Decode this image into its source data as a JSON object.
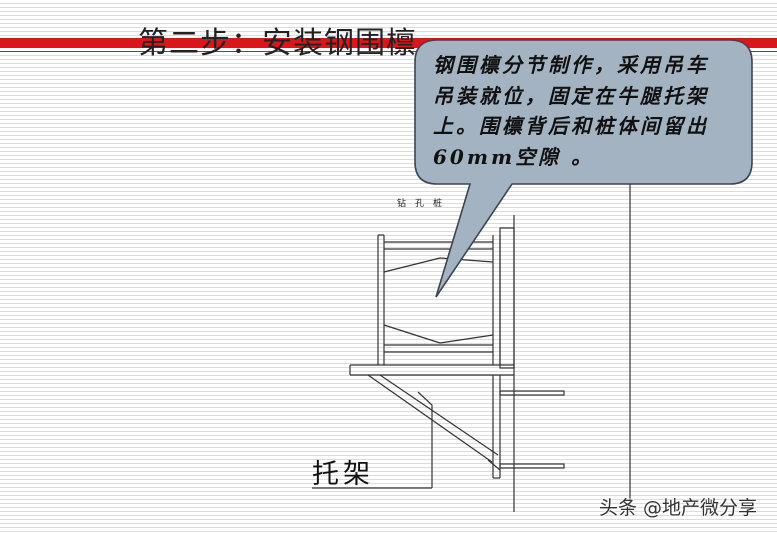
{
  "slide": {
    "title": "第二步：安装钢围檩",
    "accent_color": "#d8161b"
  },
  "callout": {
    "text": "钢围檩分节制作，采用吊车吊装就位，固定在牛腿托架上。围檩背后和桩体间留出60mm空隙 。",
    "fill_color": "#a4b3c2"
  },
  "drawing": {
    "small_label": "钻　孔　桩",
    "bracket_label": "托架"
  },
  "watermark": {
    "text": "头条 @地产微分享"
  }
}
